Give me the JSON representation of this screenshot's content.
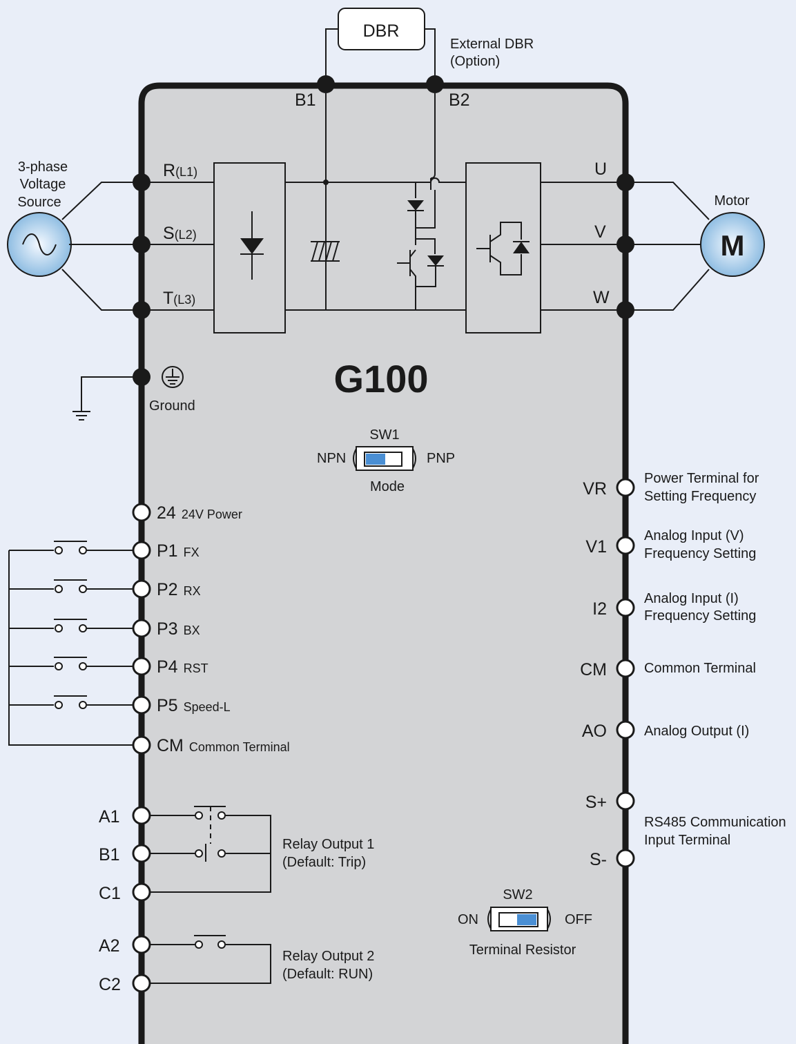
{
  "title": "G100",
  "dbr": {
    "box_label": "DBR",
    "ext_label_1": "External DBR",
    "ext_label_2": "(Option)",
    "b1": "B1",
    "b2": "B2"
  },
  "source": {
    "line1": "3-phase",
    "line2": "Voltage",
    "line3": "Source"
  },
  "inputs": {
    "r": "R",
    "r_sub": "(L1)",
    "s": "S",
    "s_sub": "(L2)",
    "t": "T",
    "t_sub": "(L3)"
  },
  "outputs": {
    "u": "U",
    "v": "V",
    "w": "W"
  },
  "motor": {
    "label": "Motor",
    "symbol": "M"
  },
  "ground": {
    "label": "Ground"
  },
  "sw1": {
    "title": "SW1",
    "left": "NPN",
    "right": "PNP",
    "caption": "Mode"
  },
  "sw2": {
    "title": "SW2",
    "left": "ON",
    "right": "OFF",
    "caption": "Terminal Resistor"
  },
  "left_terminals": [
    {
      "term": "24",
      "desc": "24V Power"
    },
    {
      "term": "P1",
      "desc": "FX"
    },
    {
      "term": "P2",
      "desc": "RX"
    },
    {
      "term": "P3",
      "desc": "BX"
    },
    {
      "term": "P4",
      "desc": "RST"
    },
    {
      "term": "P5",
      "desc": "Speed-L"
    },
    {
      "term": "CM",
      "desc": "Common Terminal"
    }
  ],
  "relays": {
    "a1": "A1",
    "b1": "B1",
    "c1": "C1",
    "a2": "A2",
    "c2": "C2",
    "relay1_line1": "Relay Output 1",
    "relay1_line2": "(Default: Trip)",
    "relay2_line1": "Relay Output 2",
    "relay2_line2": "(Default: RUN)"
  },
  "right_terminals": {
    "vr": "VR",
    "vr_desc1": "Power Terminal for",
    "vr_desc2": "Setting Frequency",
    "v1": "V1",
    "v1_desc1": "Analog Input (V)",
    "v1_desc2": "Frequency Setting",
    "i2": "I2",
    "i2_desc1": "Analog Input (I)",
    "i2_desc2": "Frequency Setting",
    "cm": "CM",
    "cm_desc": "Common Terminal",
    "ao": "AO",
    "ao_desc": "Analog Output (I)",
    "sp": "S+",
    "sm": "S-",
    "rs_desc1": "RS485 Communication",
    "rs_desc2": "Input Terminal"
  },
  "colors": {
    "panel": "#d3d4d6",
    "background": "#e9eef8",
    "switch": "#4a8fd4",
    "circle": "#8fbde2"
  }
}
